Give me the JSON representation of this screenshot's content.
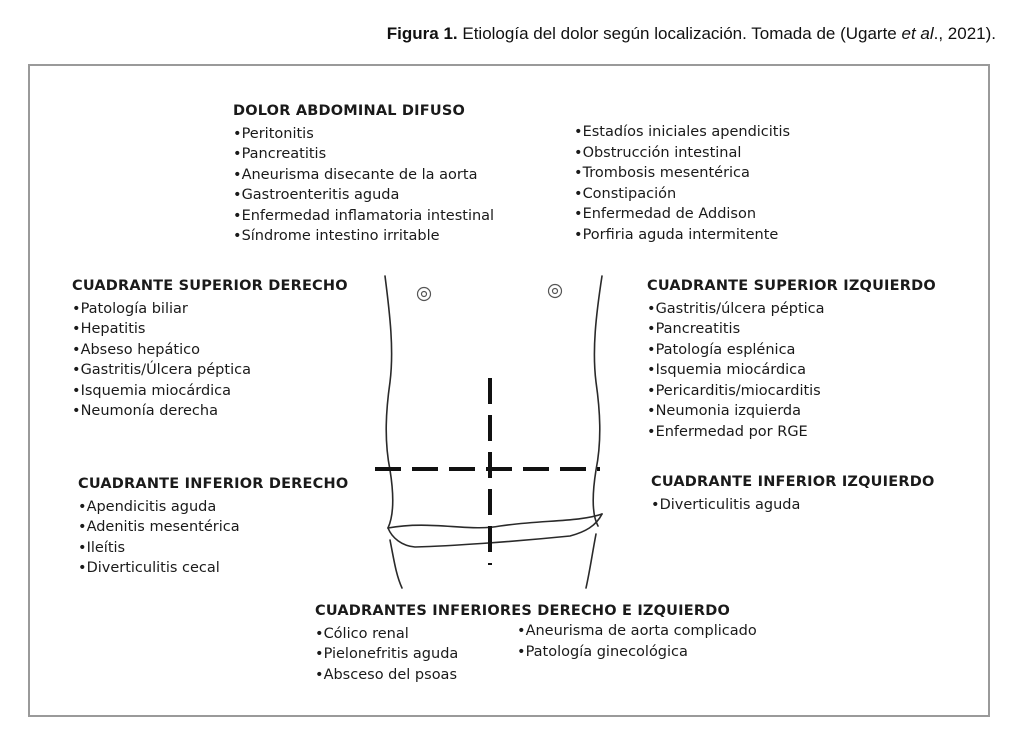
{
  "caption": {
    "label": "Figura 1.",
    "text_before": " Etiología del dolor según localización. Tomada de (Ugarte ",
    "emphasis": "et al",
    "text_after": "., 2021)."
  },
  "diffuse": {
    "title": "DOLOR ABDOMINAL DIFUSO",
    "left_items": [
      "Peritonitis",
      "Pancreatitis",
      "Aneurisma disecante de la aorta",
      "Gastroenteritis aguda",
      "Enfermedad inflamatoria intestinal",
      "Síndrome intestino irritable"
    ],
    "right_items": [
      "Estadíos iniciales apendicitis",
      "Obstrucción intestinal",
      "Trombosis mesentérica",
      "Constipación",
      "Enfermedad de Addison",
      "Porfiria aguda intermitente"
    ]
  },
  "upper_right": {
    "title": "CUADRANTE SUPERIOR DERECHO",
    "items": [
      "Patología biliar",
      "Hepatitis",
      "Abseso hepático",
      "Gastritis/Úlcera péptica",
      "Isquemia miocárdica",
      "Neumonía derecha"
    ]
  },
  "upper_left": {
    "title": "CUADRANTE SUPERIOR IZQUIERDO",
    "items": [
      "Gastritis/úlcera péptica",
      "Pancreatitis",
      "Patología esplénica",
      "Isquemia miocárdica",
      "Pericarditis/miocarditis",
      "Neumonia izquierda",
      "Enfermedad por RGE"
    ]
  },
  "lower_right": {
    "title": "CUADRANTE INFERIOR DERECHO",
    "items": [
      "Apendicitis aguda",
      "Adenitis mesentérica",
      "Ileítis",
      "Diverticulitis cecal"
    ]
  },
  "lower_left": {
    "title": "CUADRANTE INFERIOR IZQUIERDO",
    "items": [
      "Diverticulitis aguda"
    ]
  },
  "lower_both": {
    "title": "CUADRANTES INFERIORES DERECHO E IZQUIERDO",
    "left_items": [
      "Cólico renal",
      "Pielonefritis aguda",
      "Absceso del psoas"
    ],
    "right_items": [
      "Aneurisma de aorta complicado",
      "Patología ginecológica"
    ]
  }
}
